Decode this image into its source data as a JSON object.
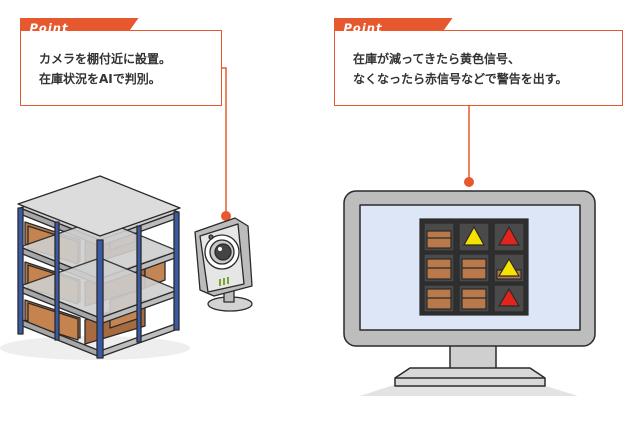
{
  "callouts": {
    "left": {
      "tag": "Point",
      "line1": "カメラを棚付近に設置。",
      "line2": "在庫状況をAIで判別。"
    },
    "right": {
      "tag": "Point",
      "line1": "在庫が減ってきたら黄色信号、",
      "line2": "なくなったら赤信号などで警告を出す。"
    }
  },
  "colors": {
    "accent": "#e8582e",
    "shelf_steel": "#3b5aa6",
    "box": "#b9794a",
    "warning_yellow": "#f6e200",
    "warning_red": "#e2241c"
  },
  "monitor_grid": [
    [
      "box",
      "warning-yellow",
      "warning-red"
    ],
    [
      "box",
      "box",
      "warning-yellow-partial"
    ],
    [
      "box",
      "box",
      "warning-red"
    ]
  ]
}
